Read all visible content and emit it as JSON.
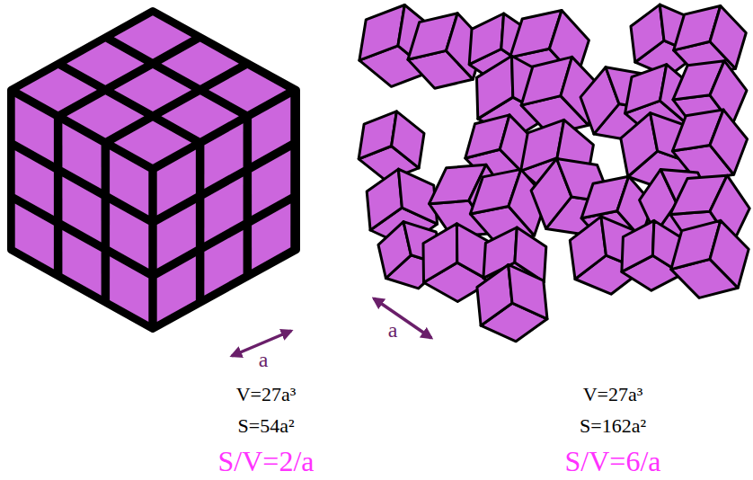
{
  "diagram": {
    "labels": [
      "a",
      "V=27a³",
      "S=54a²",
      "S/V=2/a",
      "a",
      "V=27a³",
      "S=162a²",
      "S/V=6/a"
    ]
  }
}
